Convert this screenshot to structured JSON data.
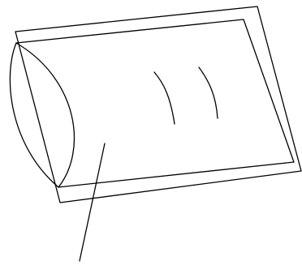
{
  "figure": {
    "subject": "pillow-icon",
    "line_color": "#000000",
    "background_color": "#ffffff"
  },
  "parts": [
    "outer-frame",
    "inner-panel",
    "rounded-left-end",
    "left-crease",
    "right-crease",
    "leader-line"
  ]
}
